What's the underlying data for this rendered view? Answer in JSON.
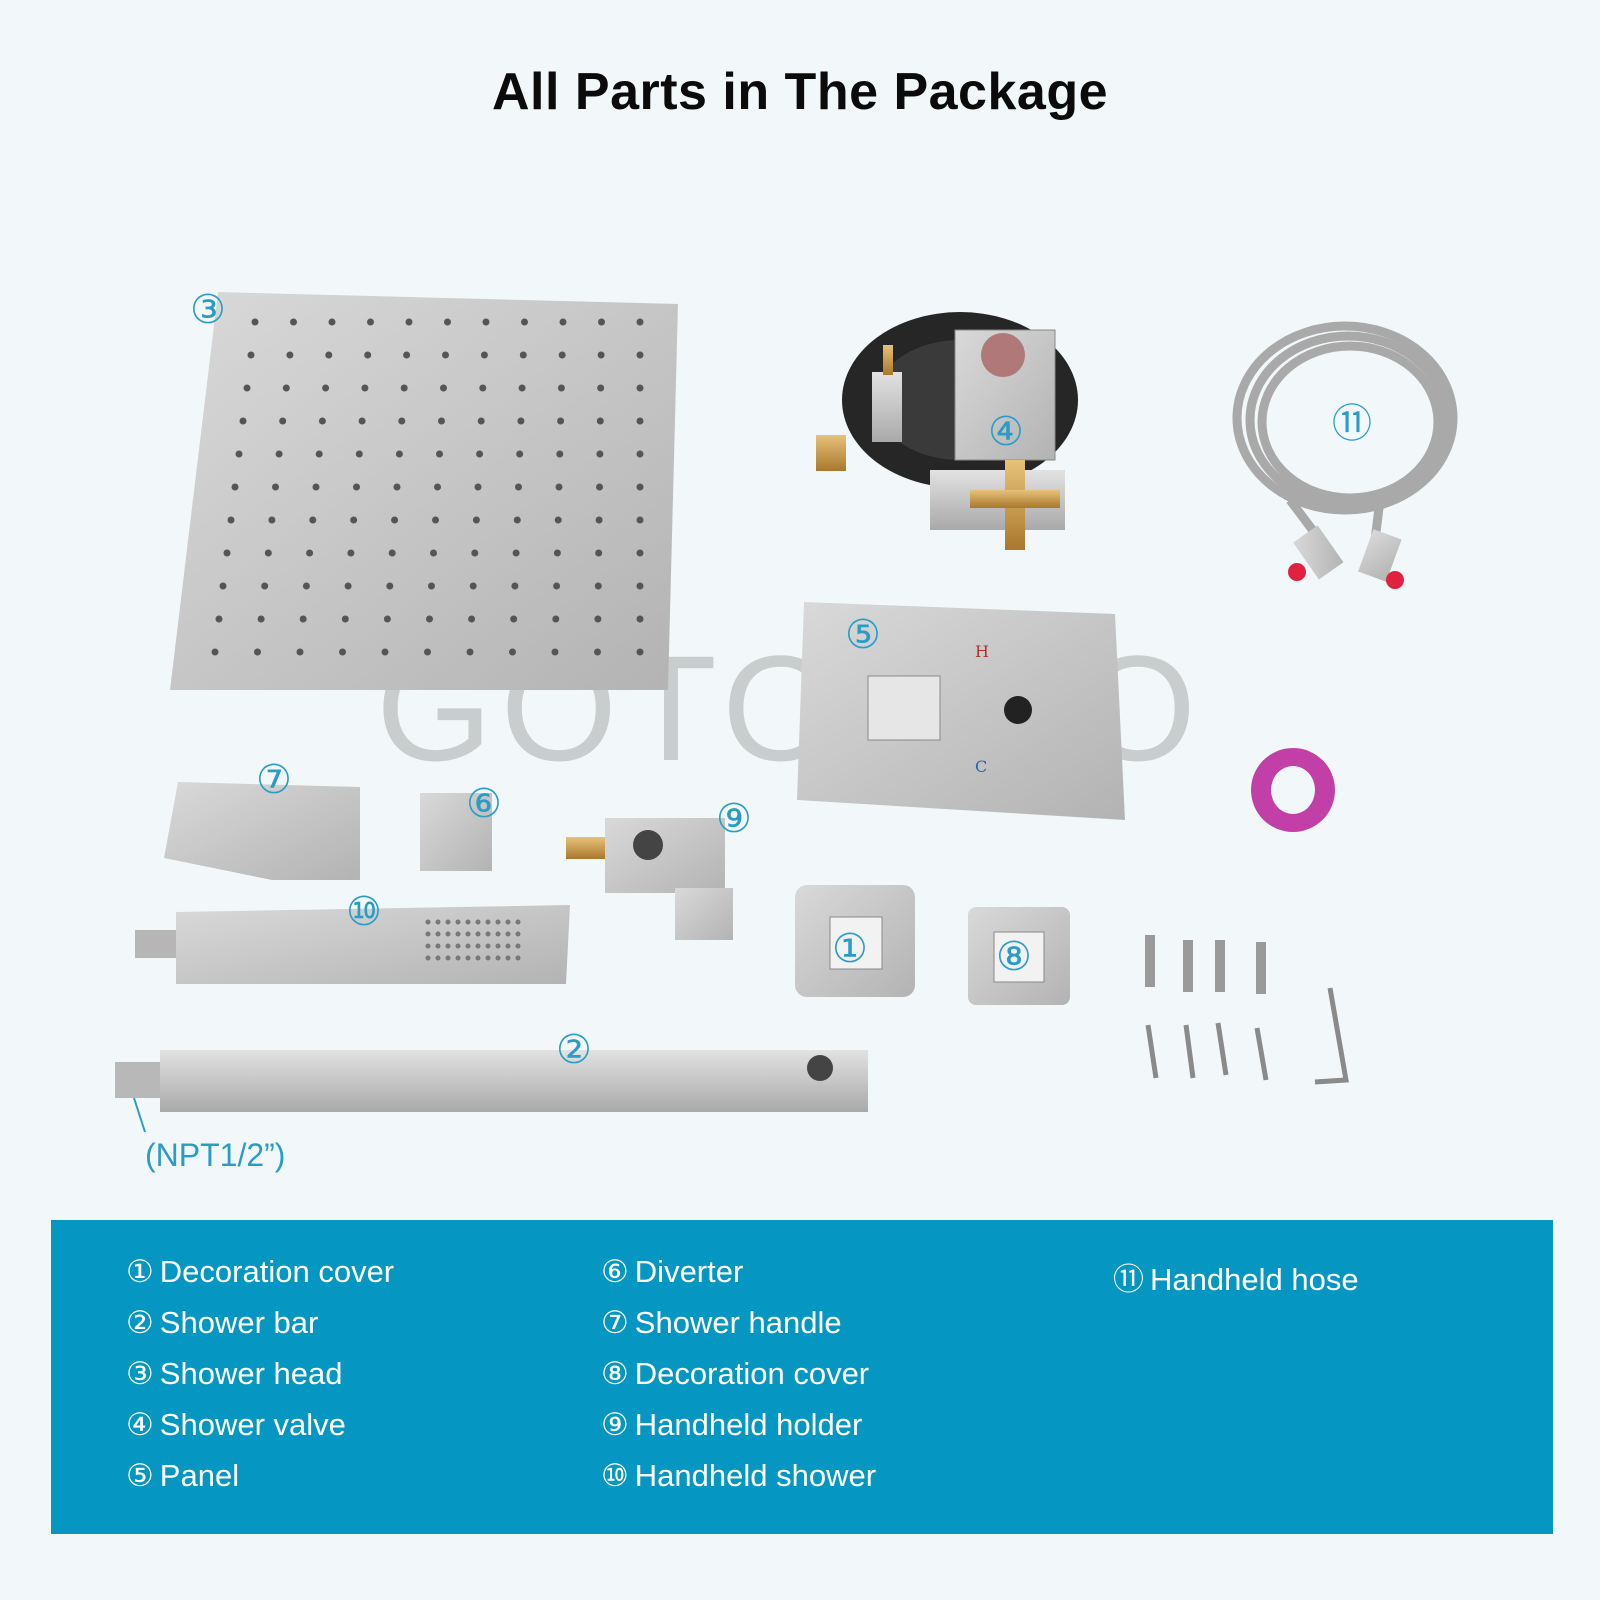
{
  "title": "All Parts in The Package",
  "watermark": "GOTONCO",
  "callouts": {
    "n1": "①",
    "n2": "②",
    "n3": "③",
    "n4": "④",
    "n5": "⑤",
    "n6": "⑥",
    "n7": "⑦",
    "n8": "⑧",
    "n9": "⑨",
    "n10": "⑩",
    "n11": "⑪",
    "thread": "(NPT1/2”)",
    "panel_hot": "H",
    "panel_cold": "C"
  },
  "legend": {
    "col1": [
      {
        "mark": "①",
        "label": "Decoration cover"
      },
      {
        "mark": "②",
        "label": "Shower bar"
      },
      {
        "mark": "③",
        "label": "Shower head"
      },
      {
        "mark": "④",
        "label": "Shower valve"
      },
      {
        "mark": "⑤",
        "label": "Panel"
      }
    ],
    "col2": [
      {
        "mark": "⑥",
        "label": "Diverter"
      },
      {
        "mark": "⑦",
        "label": "Shower handle"
      },
      {
        "mark": "⑧",
        "label": "Decoration cover"
      },
      {
        "mark": "⑨",
        "label": "Handheld holder"
      },
      {
        "mark": "⑩",
        "label": "Handheld shower"
      }
    ],
    "col3": [
      {
        "mark": "⑪",
        "label": "Handheld hose"
      }
    ]
  },
  "colors": {
    "background": "#f2f8fa",
    "accent": "#2a9dc7",
    "legend_bg": "#0597c2",
    "steel": "#c9c9c9"
  }
}
